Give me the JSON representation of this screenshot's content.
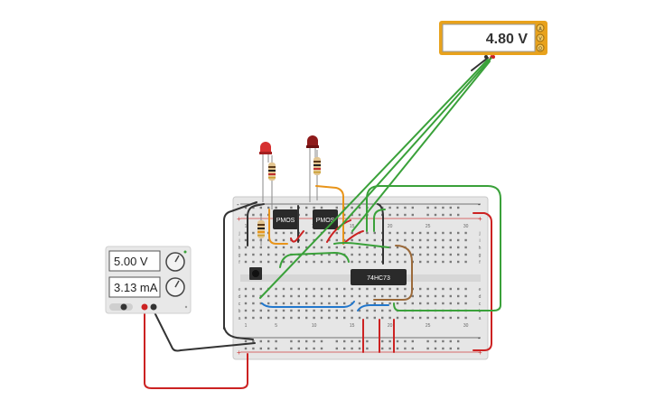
{
  "multimeter": {
    "reading": "4.80 V",
    "modes": [
      "A",
      "V",
      "Ω"
    ]
  },
  "power_supply": {
    "voltage": "5.00 V",
    "current": "3.13 mA"
  },
  "chips": {
    "pmos_left": "PMOS",
    "pmos_right": "PMOS",
    "flipflop": "74HC73"
  },
  "breadboard": {
    "rail_minus": "-",
    "rail_plus": "+",
    "row_letters_top": [
      "j",
      "i",
      "h",
      "g",
      "f"
    ],
    "row_letters_bottom": [
      "e",
      "d",
      "c",
      "b",
      "a"
    ],
    "column_numbers_shown": [
      "1",
      "5",
      "10",
      "15",
      "20",
      "25",
      "30"
    ]
  },
  "colors": {
    "wire_green": "#3aa13a",
    "wire_red": "#cc2222",
    "wire_black": "#333333",
    "wire_orange": "#e8941a",
    "wire_blue": "#2277cc",
    "wire_brown": "#9b6a3a",
    "meter_frame": "#e8a21c",
    "led_red": "#d63030",
    "led_dark": "#8e1a1a"
  }
}
